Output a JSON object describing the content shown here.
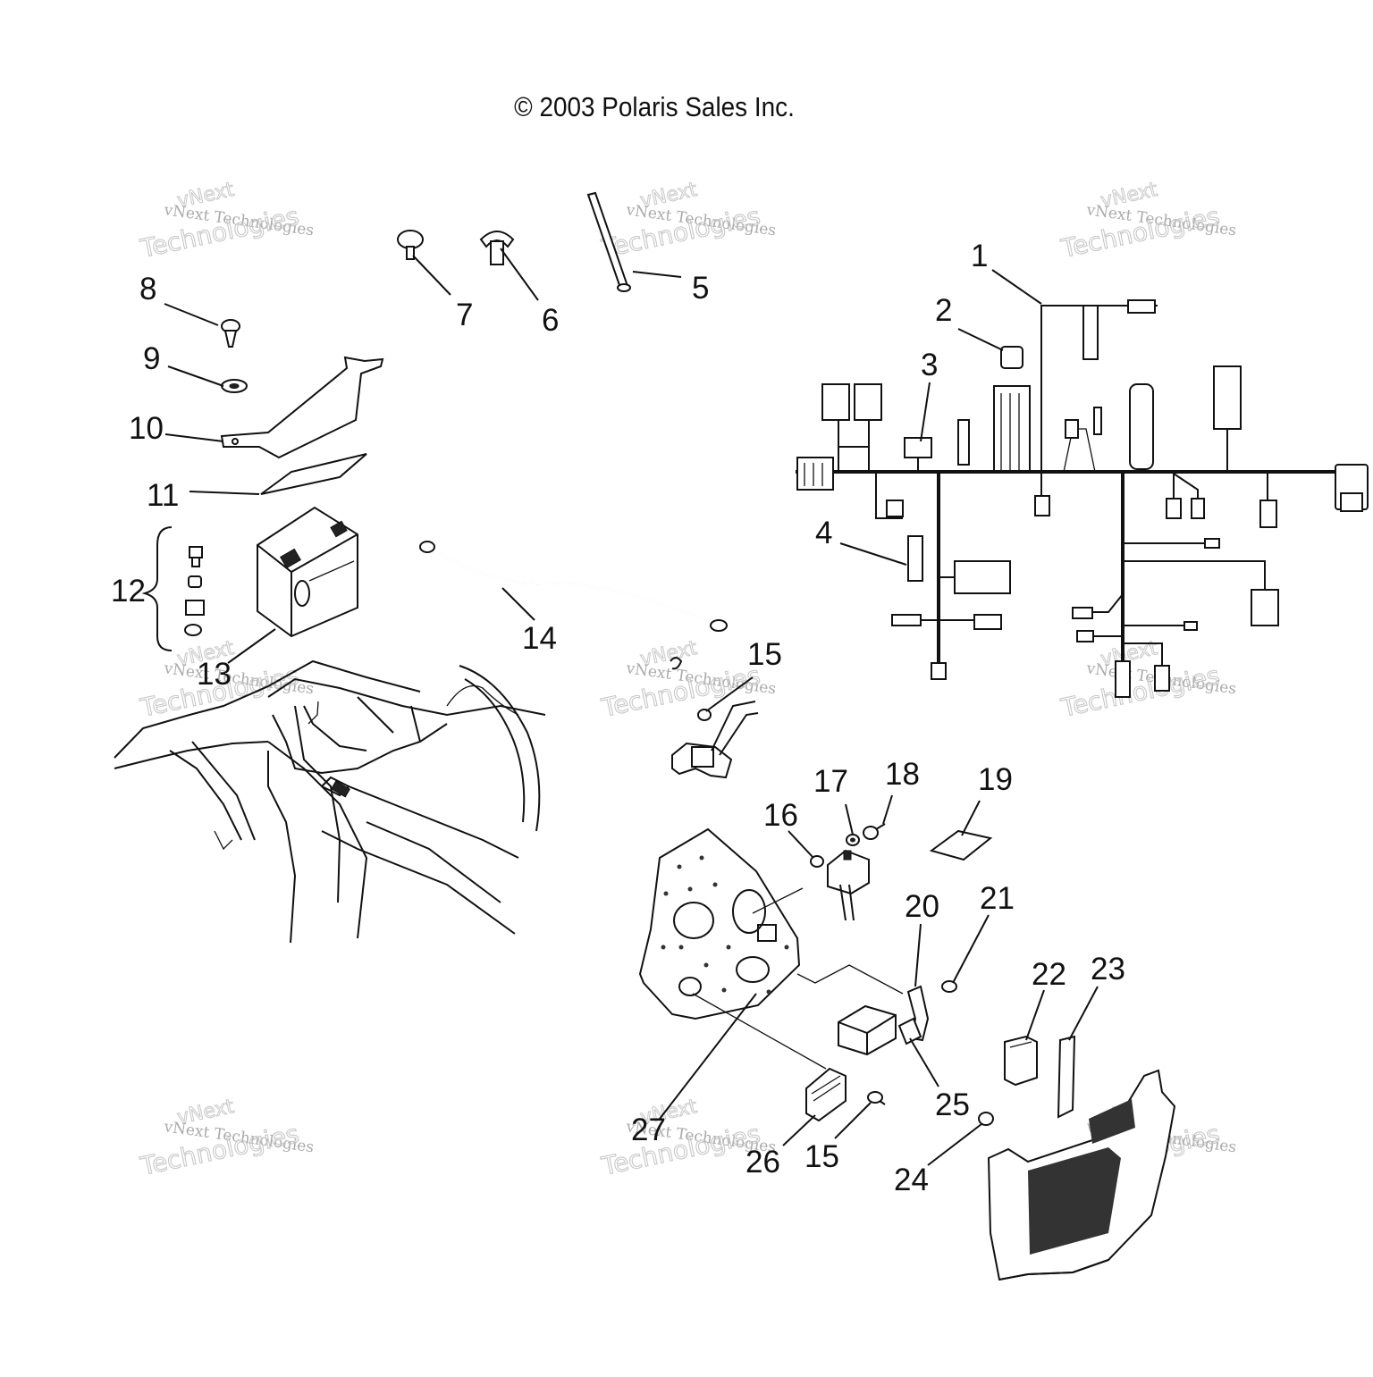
{
  "copyright": "© 2003 Polaris Sales Inc.",
  "watermark": {
    "line1": "vNext Technologies",
    "line2": "Technologies",
    "line3": "vNext"
  },
  "callouts": [
    "1",
    "2",
    "3",
    "4",
    "5",
    "6",
    "7",
    "8",
    "9",
    "10",
    "11",
    "12",
    "13",
    "14",
    "15",
    "15",
    "16",
    "17",
    "18",
    "19",
    "20",
    "21",
    "22",
    "23",
    "24",
    "25",
    "26",
    "27"
  ]
}
